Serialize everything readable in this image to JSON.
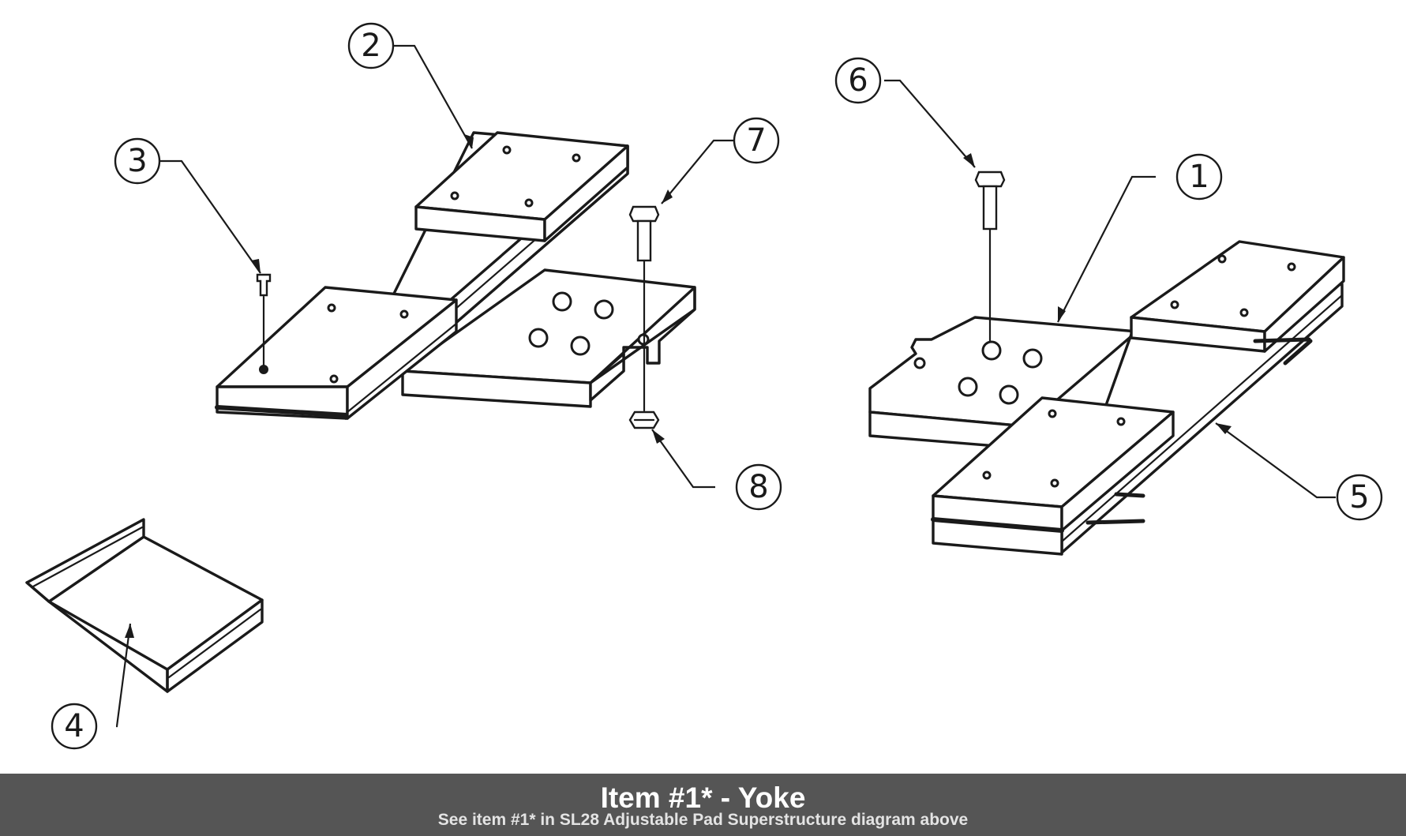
{
  "diagram": {
    "callouts": [
      {
        "id": "1",
        "label": "1"
      },
      {
        "id": "2",
        "label": "2"
      },
      {
        "id": "3",
        "label": "3"
      },
      {
        "id": "4",
        "label": "4"
      },
      {
        "id": "5",
        "label": "5"
      },
      {
        "id": "6",
        "label": "6"
      },
      {
        "id": "7",
        "label": "7"
      },
      {
        "id": "8",
        "label": "8"
      }
    ]
  },
  "caption": {
    "title": "Item #1* - Yoke",
    "subtitle": "See item #1* in SL28 Adjustable Pad Superstructure diagram above"
  },
  "colors": {
    "line": "#1a1a1a",
    "background": "#ffffff",
    "caption_bar": "#555555",
    "caption_text": "#ffffff"
  }
}
